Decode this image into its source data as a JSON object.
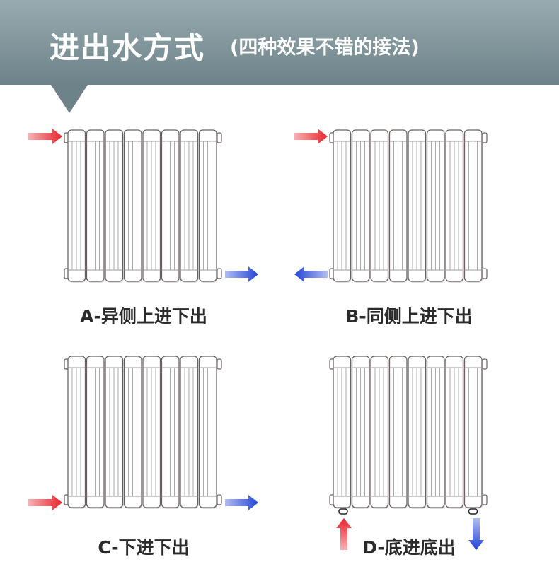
{
  "header": {
    "title": "进出水方式",
    "subtitle": "(四种效果不错的接法)"
  },
  "colors": {
    "inlet": "#e8232a",
    "outlet": "#2343d6",
    "header": "#7d9197"
  },
  "methods": [
    {
      "label": "A-异侧上进下出",
      "inlet": "top-left",
      "outlet": "bottom-right"
    },
    {
      "label": "B-同侧上进下出",
      "inlet": "top-left",
      "outlet": "bottom-left"
    },
    {
      "label": "C-下进下出",
      "inlet": "bottom-left",
      "outlet": "bottom-right"
    },
    {
      "label": "D-底进底出",
      "inlet": "underside-left",
      "outlet": "underside-right"
    }
  ]
}
